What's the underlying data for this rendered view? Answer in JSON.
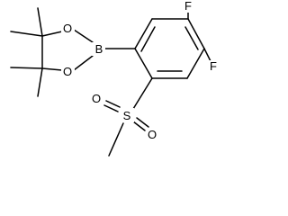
{
  "diagram": {
    "type": "chemical-structure",
    "atoms": {
      "F1": "F",
      "F2": "F",
      "B": "B",
      "O1": "O",
      "O2": "O",
      "S": "S",
      "O3": "O",
      "O4": "O"
    }
  }
}
